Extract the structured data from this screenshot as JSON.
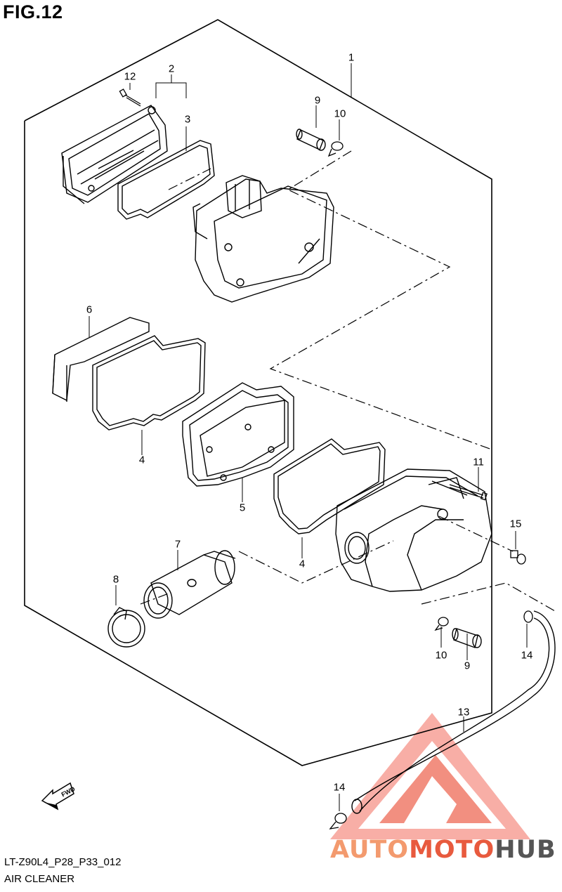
{
  "figure": {
    "title": "FIG.12",
    "code": "LT-Z90L4_P28_P33_012",
    "name": "AIR CLEANER"
  },
  "fwd_label": "FWD",
  "callouts": {
    "c1": "1",
    "c2": "2",
    "c3": "3",
    "c4a": "4",
    "c4b": "4",
    "c5": "5",
    "c6": "6",
    "c7": "7",
    "c8": "8",
    "c9a": "9",
    "c9b": "9",
    "c10a": "10",
    "c10b": "10",
    "c11": "11",
    "c12": "12",
    "c13": "13",
    "c14a": "14",
    "c14b": "14",
    "c15": "15"
  },
  "watermark": {
    "part1": "AUTO",
    "part2": "MOTO",
    "part3": "HUB"
  },
  "colors": {
    "line": "#000000",
    "wm_light": "#f39a6e",
    "wm_red": "#e85a3e",
    "wm_gray": "#555555"
  }
}
